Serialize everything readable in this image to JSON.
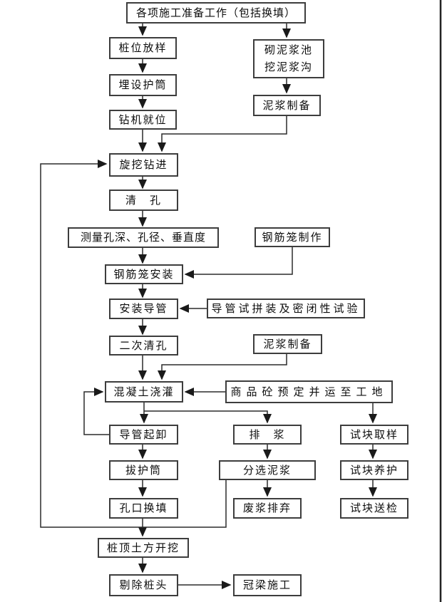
{
  "diagram": {
    "type": "flowchart",
    "language": "zh-CN",
    "colors": {
      "background": "#ffffff",
      "box_border": "#3d3d3d",
      "line": "#2b2b2b",
      "text": "#0d0d0d"
    },
    "edges": [
      {
        "from": "prep",
        "to": "pile_layout"
      },
      {
        "from": "prep",
        "to": "mud_pool"
      },
      {
        "from": "pile_layout",
        "to": "bury_casing"
      },
      {
        "from": "bury_casing",
        "to": "rig_position"
      },
      {
        "from": "mud_pool",
        "to": "mud_prep1"
      },
      {
        "from": "rig_position",
        "to": "rotary_drill"
      },
      {
        "from": "mud_prep1",
        "to": "rotary_drill"
      },
      {
        "from": "rotary_drill",
        "to": "clean_hole"
      },
      {
        "from": "clean_hole",
        "to": "measure"
      },
      {
        "from": "measure",
        "to": "cage_install"
      },
      {
        "from": "cage_make",
        "to": "cage_install"
      },
      {
        "from": "cage_install",
        "to": "install_conduit"
      },
      {
        "from": "conduit_test",
        "to": "install_conduit"
      },
      {
        "from": "install_conduit",
        "to": "second_clean"
      },
      {
        "from": "second_clean",
        "to": "concrete_pour"
      },
      {
        "from": "mud_prep2",
        "to": "concrete_pour"
      },
      {
        "from": "concrete_order",
        "to": "concrete_pour"
      },
      {
        "from": "concrete_pour",
        "to": "conduit_remove"
      },
      {
        "from": "concrete_pour",
        "to": "drain_slurry"
      },
      {
        "from": "concrete_order",
        "to": "test_sample"
      },
      {
        "from": "conduit_remove",
        "to": "concrete_pour"
      },
      {
        "from": "conduit_remove",
        "to": "pull_casing"
      },
      {
        "from": "drain_slurry",
        "to": "sort_mud"
      },
      {
        "from": "test_sample",
        "to": "test_cure"
      },
      {
        "from": "pull_casing",
        "to": "hole_backfill"
      },
      {
        "from": "sort_mud",
        "to": "waste_disposal"
      },
      {
        "from": "sort_mud",
        "to": "rotary_drill"
      },
      {
        "from": "test_cure",
        "to": "test_inspect"
      },
      {
        "from": "hole_backfill",
        "to": "excavate"
      },
      {
        "from": "hole_backfill",
        "to": "rotary_drill"
      },
      {
        "from": "excavate",
        "to": "remove_head"
      },
      {
        "from": "remove_head",
        "to": "crown_beam"
      }
    ]
  },
  "nodes": {
    "prep": "各项施工准备工作（包括换填）",
    "pile_layout": "桩位放样",
    "mud_pool_line1": "砌泥浆池",
    "mud_pool_line2": "挖泥浆沟",
    "bury_casing": "埋设护筒",
    "rig_position": "钻机就位",
    "mud_prep1": "泥浆制备",
    "rotary_drill": "旋挖钻进",
    "clean_hole": "清　孔",
    "measure": "测量孔深、孔径、垂直度",
    "cage_make": "钢筋笼制作",
    "cage_install": "钢筋笼安装",
    "install_conduit": "安装导管",
    "conduit_test": "导管试拼装及密闭性试验",
    "second_clean": "二次清孔",
    "mud_prep2": "泥浆制备",
    "concrete_pour": "混凝土浇灌",
    "concrete_order": "商品砼预定并运至工地",
    "conduit_remove": "导管起卸",
    "drain_slurry": "排　浆",
    "test_sample": "试块取样",
    "pull_casing": "拔护筒",
    "sort_mud": "分选泥浆",
    "test_cure": "试块养护",
    "hole_backfill": "孔口换填",
    "waste_disposal": "废浆排弃",
    "test_inspect": "试块送检",
    "excavate": "桩顶土方开挖",
    "remove_head": "剔除桩头",
    "crown_beam": "冠梁施工"
  }
}
